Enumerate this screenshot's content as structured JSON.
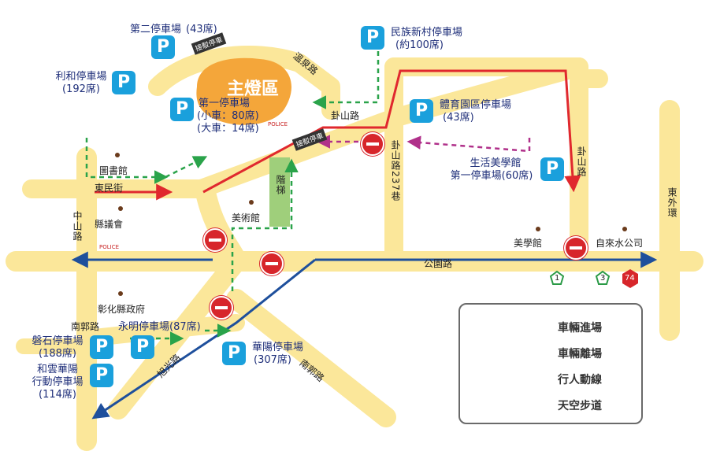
{
  "main_area": "主燈區",
  "parking": [
    {
      "name": "第二停車場",
      "detail": "(43席)"
    },
    {
      "name": "利和停車場",
      "detail": "(192席)"
    },
    {
      "name": "第一停車場",
      "detail": "(小車：80席)",
      "detail2": "(大車：14席)"
    },
    {
      "name": "民族新村停車場",
      "detail": "(約100席)"
    },
    {
      "name": "體育園區停車場",
      "detail": "(43席)"
    },
    {
      "name": "生活美學館",
      "detail": "第一停車場(60席)"
    },
    {
      "name": "磐石停車場",
      "detail": "(188席)"
    },
    {
      "name": "永明停車場(87席)",
      "detail": ""
    },
    {
      "name": "和雲華陽",
      "detail": "行動停車場",
      "detail2": "(114席)"
    },
    {
      "name": "華陽停車場",
      "detail": "(307席)"
    }
  ],
  "roads": {
    "wenquan": "溫泉路",
    "guashan": "卦山路",
    "guashan237": "卦山路237巷",
    "dongmin": "東民街",
    "zhongshan": "中山路",
    "gongyuan": "公園路",
    "dongwai": "東外環",
    "nanguo1": "南郭路",
    "nanguo2": "南郭路",
    "xuguang": "旭光路",
    "guashan2": "卦山路",
    "stairs": "階梯"
  },
  "places": {
    "library": "圖書館",
    "council": "縣議會",
    "art_museum": "美術館",
    "aesthetics": "美學館",
    "spring": "自來水公司",
    "govt": "彰化縣政府"
  },
  "badges": {
    "shuttle1": "接駁停車",
    "shuttle2": "接駁停車",
    "route1": "1",
    "route3": "3",
    "route74": "74",
    "police": "POLICE"
  },
  "legend": [
    {
      "label": "車輛進場",
      "color": "#e0282e",
      "style": "solid"
    },
    {
      "label": "車輛離場",
      "color": "#1e4f9c",
      "style": "solid"
    },
    {
      "label": "行人動線",
      "color": "#2aa34a",
      "style": "dashed"
    },
    {
      "label": "天空步道",
      "color": "#b0308a",
      "style": "dashed"
    }
  ],
  "colors": {
    "road": "#fbe79a",
    "main_area": "#f4a63a",
    "parking": "#1aa0dc",
    "stairs": "#9fcf7b"
  }
}
